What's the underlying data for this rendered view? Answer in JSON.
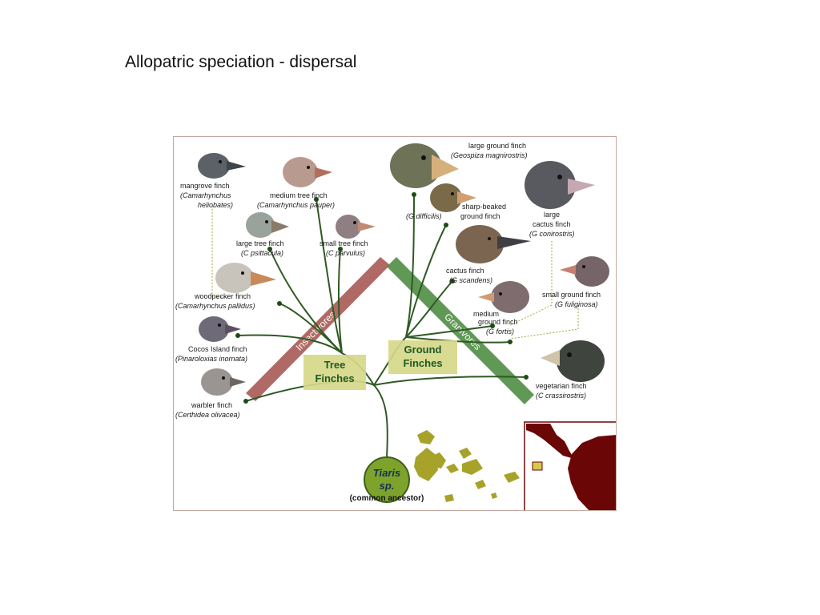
{
  "slide": {
    "title": "Allopatric speciation - dispersal"
  },
  "figure": {
    "groups": {
      "insectivores": "Insectivores",
      "granivores": "Granivores",
      "tree_finches": [
        "Tree",
        "Finches"
      ],
      "ground_finches": [
        "Ground",
        "Finches"
      ]
    },
    "ancestor": {
      "genus": "Tiaris",
      "sp": "sp.",
      "label": "(common ancestor)"
    },
    "finches": {
      "mangrove": [
        "mangrove finch",
        "(Camarhynchus",
        "heliobates)"
      ],
      "medium_tree": [
        "medium tree finch",
        "(Camarhynchus pauper)"
      ],
      "large_tree": [
        "large tree finch",
        "(C psittacula)"
      ],
      "small_tree": [
        "small tree finch",
        "(C parvulus)"
      ],
      "woodpecker": [
        "woodpecker finch",
        "(Camarhynchus pallidus)"
      ],
      "cocos": [
        "Cocos Island finch",
        "(Pinaroloxias inornata)"
      ],
      "warbler": [
        "warbler finch",
        "(Certhidea olivacea)"
      ],
      "large_ground": [
        "large ground finch",
        "(Geospiza magnirostris)"
      ],
      "sharp_beaked": [
        "sharp-beaked",
        "ground finch",
        "(G difficilis)"
      ],
      "large_cactus": [
        "large",
        "cactus finch",
        "(G conirostris)"
      ],
      "cactus": [
        "cactus finch",
        "(G scandens)"
      ],
      "small_ground": [
        "small ground finch",
        "(G fuliginosa)"
      ],
      "medium_ground": [
        "medium",
        "ground finch",
        "(G fortis)"
      ],
      "vegetarian": [
        "vegetarian finch",
        "(C crassirostris)"
      ]
    },
    "colors": {
      "branch": "#2f5a24",
      "insectivore_band": "#a65450",
      "granivore_band": "#4a8a3f",
      "group_box": "#d6d88a",
      "ancestor": "#7da32c",
      "islands": "#a6a22a",
      "mainland": "#6b0606"
    }
  }
}
